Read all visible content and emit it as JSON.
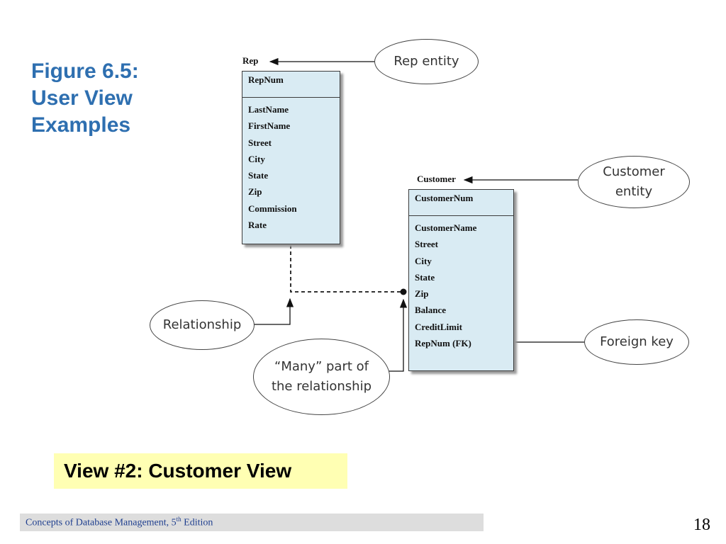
{
  "slide": {
    "title_lines": [
      "Figure 6.5:",
      "User View",
      "Examples"
    ],
    "caption": "View #2: Customer View",
    "footer": {
      "text_before_sup": "Concepts of Database Management, 5",
      "sup": "th",
      "text_after_sup": " Edition"
    },
    "page_number": "18"
  },
  "diagram": {
    "rep_entity": {
      "name": "Rep",
      "primary_key": "RepNum",
      "attributes": [
        "LastName",
        "FirstName",
        "Street",
        "City",
        "State",
        "Zip",
        "Commission",
        "Rate"
      ]
    },
    "customer_entity": {
      "name": "Customer",
      "primary_key": "CustomerNum",
      "attributes": [
        "CustomerName",
        "Street",
        "City",
        "State",
        "Zip",
        "Balance",
        "CreditLimit",
        "RepNum (FK)"
      ]
    },
    "callouts": {
      "rep_entity": [
        "Rep entity"
      ],
      "customer_entity": [
        "Customer",
        "entity"
      ],
      "relationship": [
        "Relationship"
      ],
      "many_part": [
        "“Many” part of",
        "the relationship"
      ],
      "foreign_key": [
        "Foreign key"
      ]
    }
  },
  "colors": {
    "title": "#2e6fb0",
    "entity_fill": "#d9ebf3",
    "caption_fill": "#ffffb3",
    "footer_fill": "#dddddd",
    "footer_text": "#1f3f8f"
  }
}
